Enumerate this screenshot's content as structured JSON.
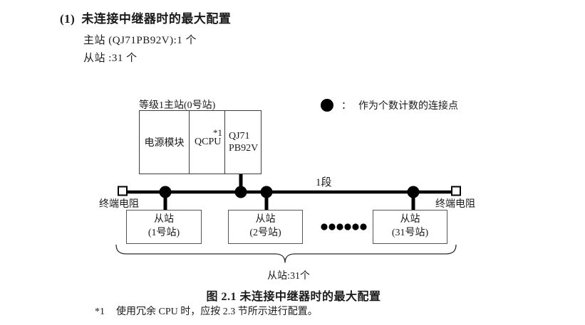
{
  "header": {
    "number": "(1)",
    "title": "未连接中继器时的最大配置",
    "master_line": "主站 (QJ71PB92V):1 个",
    "slave_line": "从站 :31 个"
  },
  "legend": {
    "colon": "：",
    "label": "作为个数计数的连接点"
  },
  "diagram": {
    "master": {
      "label": "等级1主站(0号站)",
      "power_module": "电源模块",
      "cpu": "QCPU",
      "cpu_note": "*1",
      "pb_line1": "QJ71",
      "pb_line2": "PB92V"
    },
    "segment_label": "1段",
    "terminator_left": "终端电阻",
    "terminator_right": "终端电阻",
    "slaves": [
      {
        "name": "从站",
        "station": "(1号站)"
      },
      {
        "name": "从站",
        "station": "(2号站)"
      },
      {
        "name": "从站",
        "station": "(31号站)"
      }
    ],
    "slave_count": "从站:31个"
  },
  "caption": "图 2.1 未连接中继器时的最大配置",
  "footnote": {
    "marker": "*1",
    "text": "使用冗余 CPU 时，应按 2.3 节所示进行配置。"
  },
  "colors": {
    "bus_line": "#000000",
    "box_border": "#3d3d3d",
    "text": "#1a1a1a"
  }
}
